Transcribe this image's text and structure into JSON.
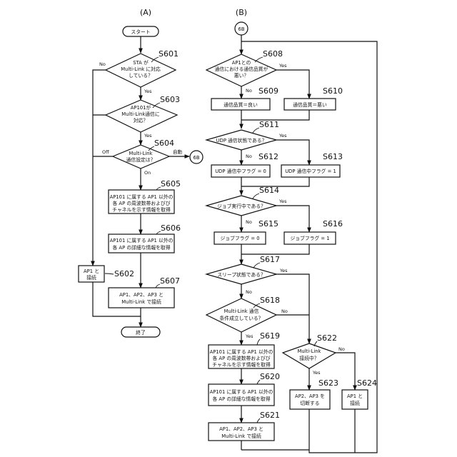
{
  "panels": {
    "a": "(A)",
    "b": "(B)"
  },
  "connector": "6B",
  "yes": "Yes",
  "no": "No",
  "a": {
    "start": "スタート",
    "end": "終了",
    "s601": {
      "id": "S601",
      "lines": [
        "STA が",
        "Multi-Link に対応",
        "している？"
      ]
    },
    "s603": {
      "id": "S603",
      "lines": [
        "AP101が",
        "Multi-Link通信に",
        "対応？"
      ]
    },
    "s604": {
      "id": "S604",
      "lines": [
        "Multi-Link",
        "通信設定は？"
      ],
      "off": "Off",
      "on": "On",
      "auto": "自動"
    },
    "s605": {
      "id": "S605",
      "lines": [
        "AP101 に属する AP1 以外の",
        "各 AP の周波数帯およびび",
        "チャネルを示す情報を取得"
      ]
    },
    "s606": {
      "id": "S606",
      "lines": [
        "AP101 に属する AP1 以外の",
        "各 AP の詳細な情報を取得"
      ]
    },
    "s602": {
      "id": "S602",
      "lines": [
        "AP1 と",
        "接続"
      ]
    },
    "s607": {
      "id": "S607",
      "lines": [
        "AP1、AP2、AP3 と",
        "Multi-Link で接続"
      ]
    }
  },
  "b": {
    "s608": {
      "id": "S608",
      "lines": [
        "AP1との",
        "通信における通信品質が",
        "悪い？"
      ]
    },
    "s609": {
      "id": "S609",
      "text": "通信品質＝良い"
    },
    "s610": {
      "id": "S610",
      "text": "通信品質＝悪い"
    },
    "s611": {
      "id": "S611",
      "text": "UDP 通信状態である？"
    },
    "s612": {
      "id": "S612",
      "text": "UDP 通信中フラグ = 0"
    },
    "s613": {
      "id": "S613",
      "text": "UDP 通信中フラグ = 1"
    },
    "s614": {
      "id": "S614",
      "text": "ジョブ実行中である？"
    },
    "s615": {
      "id": "S615",
      "text": "ジョブフラグ = 0"
    },
    "s616": {
      "id": "S616",
      "text": "ジョブフラグ = 1"
    },
    "s617": {
      "id": "S617",
      "text": "スリープ状態である？"
    },
    "s618": {
      "id": "S618",
      "lines": [
        "Multi-Link 通信",
        "条件成立している？"
      ]
    },
    "s619": {
      "id": "S619",
      "lines": [
        "AP101 に属する AP1 以外の",
        "各 AP の周波数帯およびび",
        "チャネルを示す情報を取得"
      ]
    },
    "s620": {
      "id": "S620",
      "lines": [
        "AP101 に属する AP1 以外の",
        "各 AP の詳細な情報を取得"
      ]
    },
    "s621": {
      "id": "S621",
      "lines": [
        "AP1、AP2、AP3 と",
        "Multi-Link で接続"
      ]
    },
    "s622": {
      "id": "S622",
      "lines": [
        "Multi-Link",
        "接続中？"
      ]
    },
    "s623": {
      "id": "S623",
      "lines": [
        "AP2、AP3 を",
        "切断する"
      ]
    },
    "s624": {
      "id": "S624",
      "lines": [
        "AP1 と",
        "接続"
      ]
    }
  }
}
